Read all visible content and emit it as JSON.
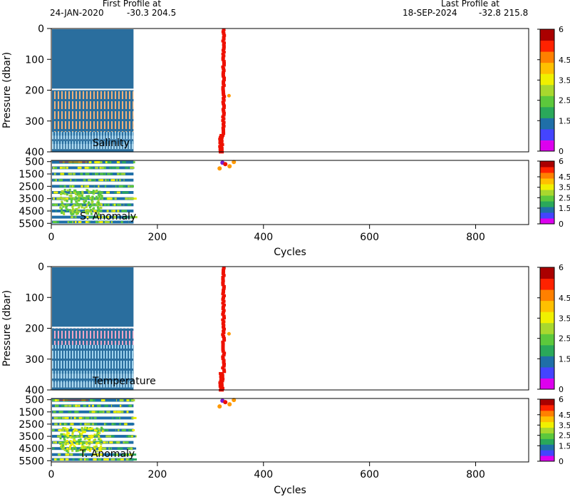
{
  "header": {
    "first_label": "First Profile at",
    "first_date": "24-JAN-2020",
    "first_coords": "-30.3 204.5",
    "last_label": "Last Profile at",
    "last_date": "18-SEP-2024",
    "last_coords": "-32.8 215.8"
  },
  "colors": {
    "profile_column": "#ee1100",
    "outlier_point": "#ff9900",
    "background_block": "#2a6e9e",
    "colorbar": [
      "#dd00ee",
      "#4444ff",
      "#1f6fa8",
      "#2aa85a",
      "#5cc83c",
      "#a8d82e",
      "#f0f000",
      "#ffc000",
      "#ff8000",
      "#ff2200",
      "#aa0000"
    ]
  },
  "chart_data": [
    {
      "type": "scatter",
      "panel": "salinity",
      "xlabel": "Cycles",
      "ylabel": "Pressure (dbar)",
      "xlim": [
        0,
        900
      ],
      "xticks": [
        0,
        200,
        400,
        600,
        800
      ],
      "upper": {
        "ylim": [
          0,
          400
        ],
        "yticks": [
          "0",
          "100",
          "200",
          "300",
          "400"
        ],
        "label": "Salinity"
      },
      "lower": {
        "ylim": [
          400,
          5600
        ],
        "yticks": [
          "500",
          "1500",
          "2500",
          "3500",
          "4500",
          "5500"
        ],
        "label": "S. Anomaly"
      },
      "colorbar": {
        "ticks": [
          "6",
          "4.5",
          "3.5",
          "2.5",
          "1.5",
          "0"
        ]
      },
      "profile_x_range": [
        320,
        330
      ],
      "dense_block_x_range": [
        0,
        155
      ],
      "outliers": [
        {
          "x": 335,
          "y": 218
        }
      ]
    },
    {
      "type": "scatter",
      "panel": "temperature",
      "xlabel": "Cycles",
      "ylabel": "Pressure (dbar)",
      "xlim": [
        0,
        900
      ],
      "xticks": [
        0,
        200,
        400,
        600,
        800
      ],
      "upper": {
        "ylim": [
          0,
          400
        ],
        "yticks": [
          "0",
          "100",
          "200",
          "300",
          "400"
        ],
        "label": "Temperature"
      },
      "lower": {
        "ylim": [
          400,
          5600
        ],
        "yticks": [
          "500",
          "1500",
          "2500",
          "3500",
          "4500",
          "5500"
        ],
        "label": "T. Anomaly"
      },
      "colorbar": {
        "ticks": [
          "6",
          "4.5",
          "3.5",
          "2.5",
          "1.5",
          "0"
        ]
      },
      "profile_x_range": [
        320,
        330
      ],
      "dense_block_x_range": [
        0,
        155
      ],
      "outliers": [
        {
          "x": 335,
          "y": 218
        }
      ]
    }
  ]
}
